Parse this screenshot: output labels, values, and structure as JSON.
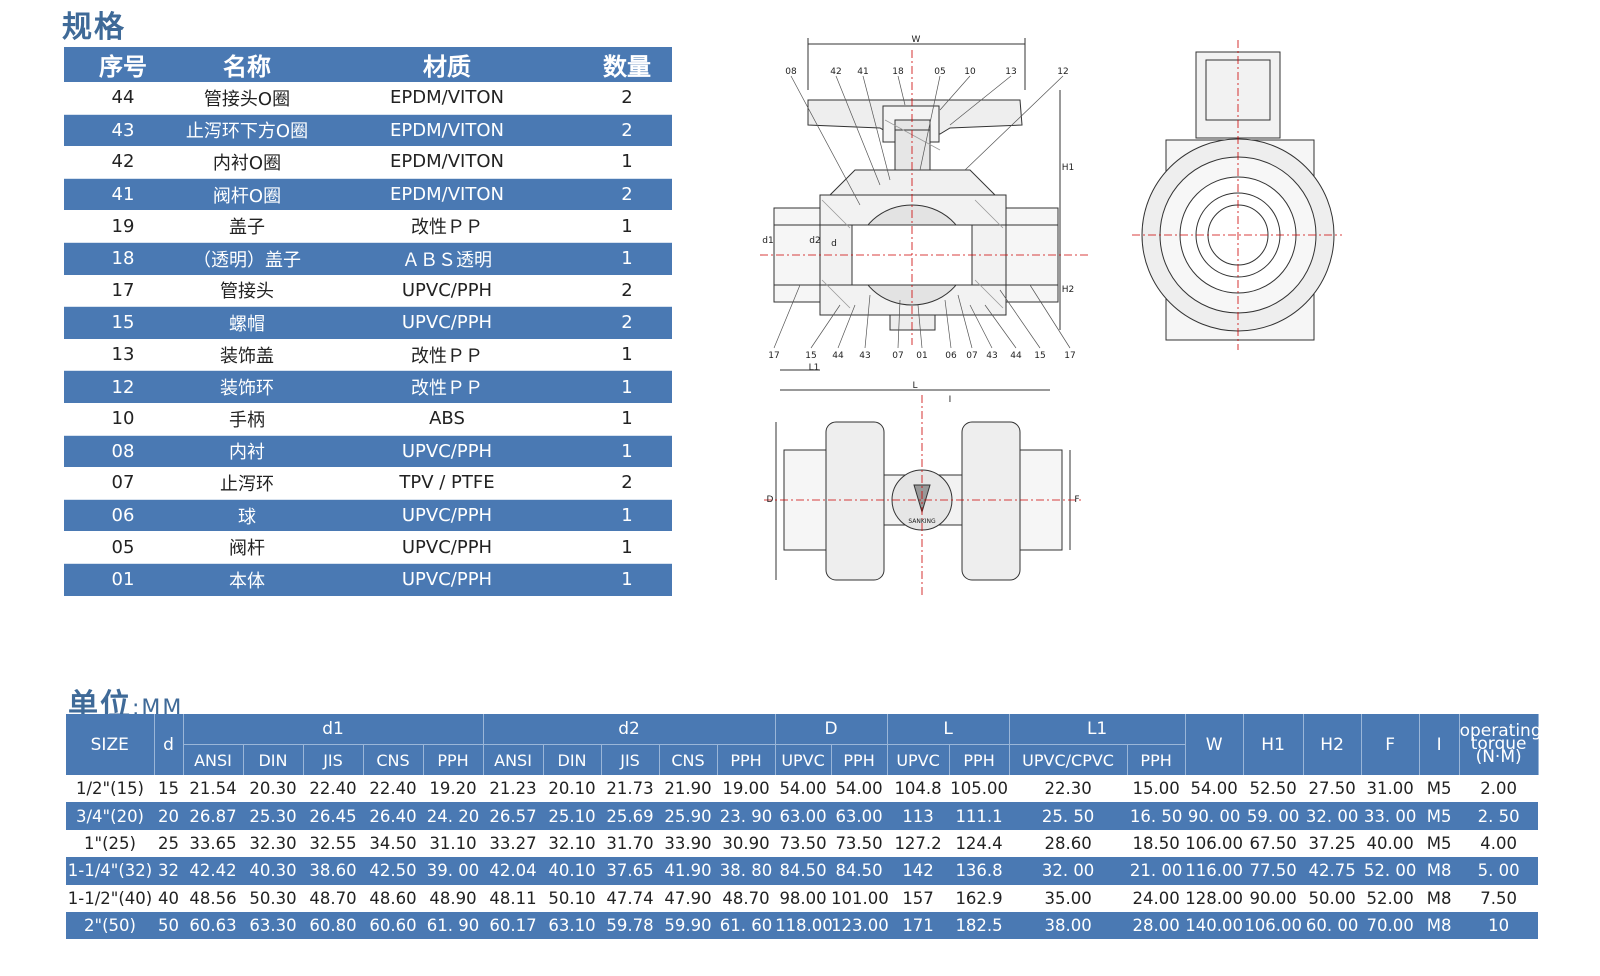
{
  "headings": {
    "spec": "规格",
    "unit_label": "单位",
    "unit_value": ":MM"
  },
  "parts": {
    "headers": [
      "序号",
      "名称",
      "材质",
      "数量"
    ],
    "rows": [
      {
        "no": "44",
        "name": "管接头O圈",
        "material": "EPDM/VITON",
        "qty": "2"
      },
      {
        "no": "43",
        "name": "止泻环下方O圈",
        "material": "EPDM/VITON",
        "qty": "2"
      },
      {
        "no": "42",
        "name": "内衬O圈",
        "material": "EPDM/VITON",
        "qty": "1"
      },
      {
        "no": "41",
        "name": "阀杆O圈",
        "material": "EPDM/VITON",
        "qty": "2"
      },
      {
        "no": "19",
        "name": "盖子",
        "material": "改性ＰＰ",
        "qty": "1"
      },
      {
        "no": "18",
        "name": "（透明）盖子",
        "material": "ＡＢＳ透明",
        "qty": "1"
      },
      {
        "no": "17",
        "name": "管接头",
        "material": "UPVC/PPH",
        "qty": "2"
      },
      {
        "no": "15",
        "name": "螺帽",
        "material": "UPVC/PPH",
        "qty": "2"
      },
      {
        "no": "13",
        "name": "装饰盖",
        "material": "改性ＰＰ",
        "qty": "1"
      },
      {
        "no": "12",
        "name": "装饰环",
        "material": "改性ＰＰ",
        "qty": "1"
      },
      {
        "no": "10",
        "name": "手柄",
        "material": "ABS",
        "qty": "1"
      },
      {
        "no": "08",
        "name": "内衬",
        "material": "UPVC/PPH",
        "qty": "1"
      },
      {
        "no": "07",
        "name": "止泻环",
        "material": "TPV / PTFE",
        "qty": "2"
      },
      {
        "no": "06",
        "name": "球",
        "material": "UPVC/PPH",
        "qty": "1"
      },
      {
        "no": "05",
        "name": "阀杆",
        "material": "UPVC/PPH",
        "qty": "1"
      },
      {
        "no": "01",
        "name": "本体",
        "material": "UPVC/PPH",
        "qty": "1"
      }
    ]
  },
  "drawing": {
    "callouts_top": [
      "08",
      "42",
      "41",
      "18",
      "05",
      "10",
      "13",
      "12"
    ],
    "callouts_bottom": [
      "17",
      "15",
      "44",
      "43",
      "07",
      "01",
      "06",
      "07",
      "43",
      "44",
      "15",
      "17"
    ],
    "dim_labels": {
      "w": "W",
      "h1": "H1",
      "h2": "H2",
      "d1": "d1",
      "d2": "d2",
      "d": "d",
      "l1": "L1",
      "l": "L",
      "D": "D",
      "F": "F",
      "i": "I"
    },
    "brand": "SANKING"
  },
  "dims": {
    "group_headers": {
      "size": "SIZE",
      "d": "d",
      "d1": "d1",
      "d2": "d2",
      "D": "D",
      "L": "L",
      "L1": "L1",
      "W": "W",
      "H1": "H1",
      "H2": "H2",
      "F": "F",
      "I": "I",
      "torque": "operating torque (N·M)"
    },
    "sub_headers": {
      "d1": [
        "ANSI",
        "DIN",
        "JIS",
        "CNS",
        "PPH"
      ],
      "d2": [
        "ANSI",
        "DIN",
        "JIS",
        "CNS",
        "PPH"
      ],
      "D": [
        "UPVC",
        "PPH"
      ],
      "L": [
        "UPVC",
        "PPH"
      ],
      "L1": [
        "UPVC/CPVC",
        "PPH"
      ]
    },
    "rows": [
      [
        "1/2\"(15)",
        "15",
        "21.54",
        "20.30",
        "22.40",
        "22.40",
        "19.20",
        "21.23",
        "20.10",
        "21.73",
        "21.90",
        "19.00",
        "54.00",
        "54.00",
        "104.8",
        "105.00",
        "22.30",
        "15.00",
        "54.00",
        "52.50",
        "27.50",
        "31.00",
        "M5",
        "2.00"
      ],
      [
        "3/4\"(20)",
        "20",
        "26.87",
        "25.30",
        "26.45",
        "26.40",
        "24. 20",
        "26.57",
        "25.10",
        "25.69",
        "25.90",
        "23. 90",
        "63.00",
        "63.00",
        "113",
        "111.1",
        "25. 50",
        "16. 50",
        "90. 00",
        "59. 00",
        "32. 00",
        "33. 00",
        "M5",
        "2. 50"
      ],
      [
        "1\"(25)",
        "25",
        "33.65",
        "32.30",
        "32.55",
        "34.50",
        "31.10",
        "33.27",
        "32.10",
        "31.70",
        "33.90",
        "30.90",
        "73.50",
        "73.50",
        "127.2",
        "124.4",
        "28.60",
        "18.50",
        "106.00",
        "67.50",
        "37.25",
        "40.00",
        "M5",
        "4.00"
      ],
      [
        "1-1/4\"(32)",
        "32",
        "42.42",
        "40.30",
        "38.60",
        "42.50",
        "39. 00",
        "42.04",
        "40.10",
        "37.65",
        "41.90",
        "38. 80",
        "84.50",
        "84.50",
        "142",
        "136.8",
        "32. 00",
        "21. 00",
        "116.00",
        "77.50",
        "42.75",
        "52. 00",
        "M8",
        "5. 00"
      ],
      [
        "1-1/2\"(40)",
        "40",
        "48.56",
        "50.30",
        "48.70",
        "48.60",
        "48.90",
        "48.11",
        "50.10",
        "47.74",
        "47.90",
        "48.70",
        "98.00",
        "101.00",
        "157",
        "162.9",
        "35.00",
        "24.00",
        "128.00",
        "90.00",
        "50.00",
        "52.00",
        "M8",
        "7.50"
      ],
      [
        "2\"(50)",
        "50",
        "60.63",
        "63.30",
        "60.80",
        "60.60",
        "61. 90",
        "60.17",
        "63.10",
        "59.78",
        "59.90",
        "61. 60",
        "118.00",
        "123.00",
        "171",
        "182.5",
        "38.00",
        "28.00",
        "140.00",
        "106.00",
        "60. 00",
        "70.00",
        "M8",
        "10"
      ]
    ]
  }
}
